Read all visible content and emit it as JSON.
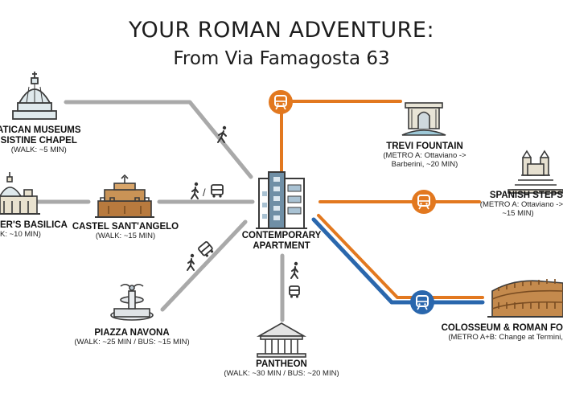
{
  "header": {
    "title": "YOUR ROMAN ADVENTURE:",
    "subtitle": "From Via Famagosta 63"
  },
  "hub": {
    "name": "CONTEMPORARY",
    "name2": "APARTMENT"
  },
  "destinations": {
    "vatican": {
      "name": "ATICAN MUSEUMS",
      "name2": "SISTINE CHAPEL",
      "detail": "(WALK: ~5 MIN)"
    },
    "stpeters": {
      "name": "ER'S BASILICA",
      "detail": "K: ~10 MIN)"
    },
    "castel": {
      "name": "CASTEL SANT'ANGELO",
      "detail": "(WALK: ~15 MIN)"
    },
    "navona": {
      "name": "PIAZZA NAVONA",
      "detail": "(WALK: ~25 MIN / BUS: ~15 MIN)"
    },
    "pantheon": {
      "name": "PANTHEON",
      "detail": "(WALK: ~30 MIN / BUS: ~20 MIN)"
    },
    "trevi": {
      "name": "TREVI FOUNTAIN",
      "detail": "(METRO A: Ottaviano ->",
      "detail2": "Barberini, ~20 MIN)"
    },
    "spanish": {
      "name": "SPANISH STEPS",
      "detail": "(METRO A: Ottaviano ->",
      "detail2": "~15 MIN)"
    },
    "colosseum": {
      "name": "COLOSSEUM & ROMAN FO",
      "detail": "(METRO A+B: Change at Termini,"
    }
  },
  "mode_marks": {
    "castel": "/"
  },
  "colors": {
    "walk_line": "#a9a9a9",
    "metro_a": "#e2781f",
    "metro_b": "#2a67ad",
    "icon_stroke": "#3a3a3a",
    "building_fill": "#6f8fa6"
  },
  "icons": [
    "dome-icon",
    "basilica-icon",
    "castle-icon",
    "fountain-icon",
    "temple-icon",
    "arch-fountain-icon",
    "steps-church-icon",
    "colosseum-icon",
    "apartment-building-icon",
    "walking-person-icon",
    "bus-icon",
    "metro-train-icon"
  ]
}
